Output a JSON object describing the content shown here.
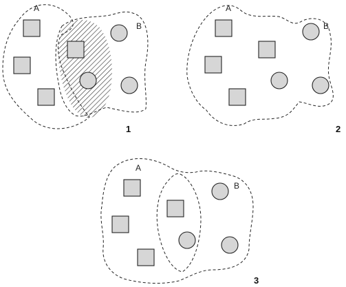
{
  "panels": [
    {
      "set_a": "A",
      "set_b": "B",
      "number": "1"
    },
    {
      "set_a": "A",
      "set_b": "B",
      "number": "2"
    },
    {
      "set_a": "A",
      "set_b": "B",
      "number": "3"
    }
  ],
  "colors": {
    "element_fill": "#d6d6d6",
    "stroke": "#222222",
    "hatch": "#444444"
  }
}
